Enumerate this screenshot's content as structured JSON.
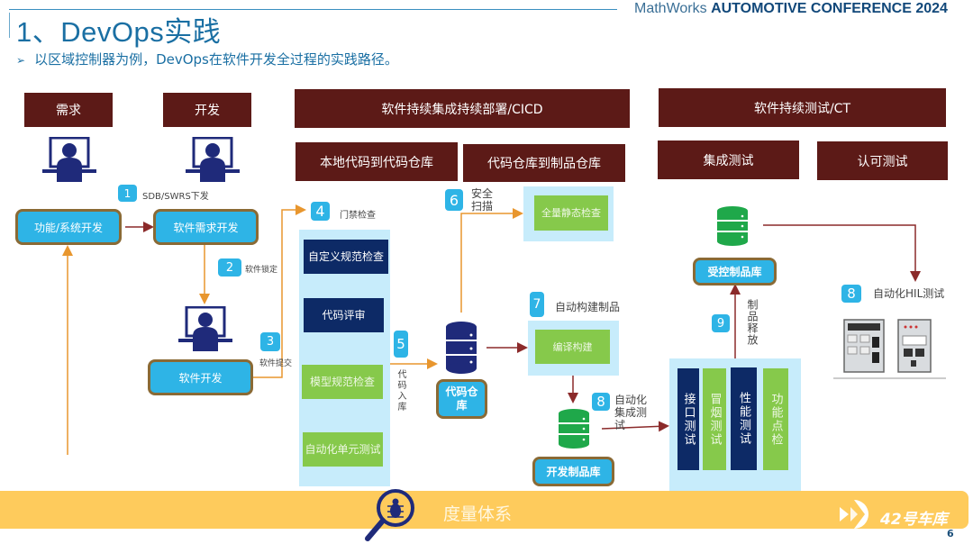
{
  "header": {
    "title": "1、DevOps实践",
    "subtitle_bullet": "➢",
    "subtitle": "以区域控制器为例，DevOps在软件开发全过程的实践路径。",
    "brand_light": "MathWorks ",
    "brand_bold": "AUTOMOTIVE CONFERENCE 2024"
  },
  "phases": {
    "requirements": "需求",
    "development": "开发",
    "cicd": "软件持续集成持续部署/CICD",
    "local_to_repo": "本地代码到代码仓库",
    "repo_to_artifact": "代码仓库到制品仓库",
    "ct": "软件持续测试/CT",
    "integration_test": "集成测试",
    "acceptance_test": "认可测试"
  },
  "nodes": {
    "system_dev": "功能/系统开发",
    "sw_req_dev": "软件需求开发",
    "sw_dev": "软件开发",
    "code_repo": "代码仓库",
    "dev_artifact_repo": "开发制品库",
    "controlled_artifact_repo": "受控制品库"
  },
  "steps": [
    {
      "num": "1",
      "label": "SDB/SWRS下发"
    },
    {
      "num": "2",
      "label": "软件锁定"
    },
    {
      "num": "3",
      "label": "软件提交"
    },
    {
      "num": "4",
      "label": "门禁检查"
    },
    {
      "num": "5",
      "label": "代码入库"
    },
    {
      "num": "6",
      "label": "安全扫描"
    },
    {
      "num": "7",
      "label": "自动构建制品"
    },
    {
      "num": "8",
      "label": "自动化集成测试"
    },
    {
      "num": "9",
      "label": "制品释放"
    },
    {
      "num": "8",
      "label": "自动化HIL测试"
    }
  ],
  "gate_checks": [
    "自定义规范检查",
    "代码评审",
    "模型规范检查",
    "自动化单元测试"
  ],
  "static_check": "全量静态检查",
  "build": "编译构建",
  "integration_tests": [
    "接口测试",
    "冒烟测试",
    "性能测试",
    "功能点检"
  ],
  "footer": {
    "label": "度量体系",
    "logo_text": "42号车库",
    "page_number": "6"
  },
  "colors": {
    "header_bg": "#5c1a17",
    "pill_bg": "#2eb4e6",
    "navy": "#0d2a66",
    "green": "#86c94b",
    "panel": "#c7ecfb",
    "footer": "#fecb5c",
    "orange_line": "#e8962e",
    "red_line": "#8b2a2a"
  }
}
